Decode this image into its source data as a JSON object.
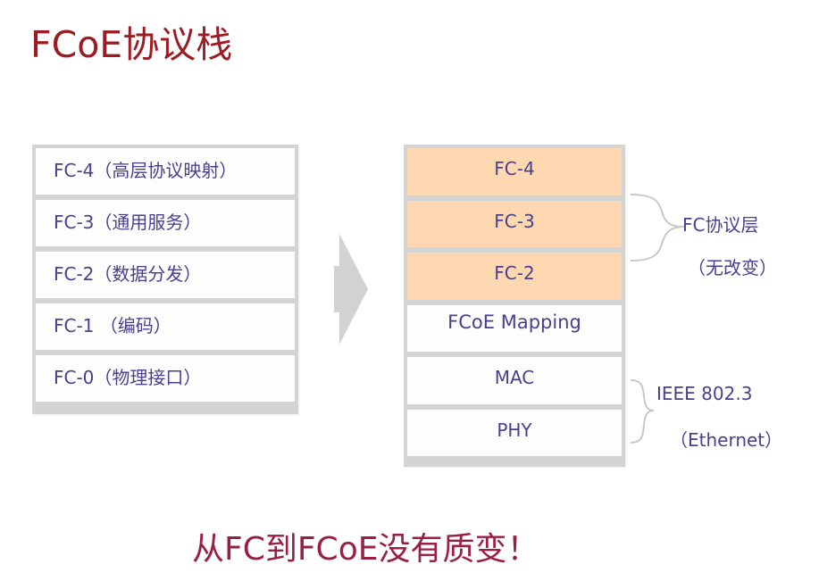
{
  "title": "FCoE协议栈",
  "left_stack": {
    "rows": [
      {
        "label": "FC-4（高层协议映射）"
      },
      {
        "label": "FC-3（通用服务）"
      },
      {
        "label": "FC-2（数据分发）"
      },
      {
        "label": "FC-1 （编码）"
      },
      {
        "label": "FC-0（物理接口）"
      }
    ]
  },
  "arrow": {
    "icon": "right-arrow-icon",
    "color": "#d2d2d2"
  },
  "right_stack": {
    "rows": [
      {
        "label": "FC-4",
        "highlight": true
      },
      {
        "label": "FC-3",
        "highlight": true
      },
      {
        "label": "FC-2",
        "highlight": true
      },
      {
        "label": "FCoE Mapping",
        "highlight": false
      },
      {
        "label": "MAC",
        "highlight": false
      },
      {
        "label": "PHY",
        "highlight": false
      }
    ],
    "highlight_color": "#fdd8b0"
  },
  "annotations": {
    "fc_layers": {
      "line1": "FC协议层",
      "line2": "（无改变）"
    },
    "ethernet": {
      "line1": "IEEE 802.3",
      "line2": "（Ethernet）"
    }
  },
  "conclusion": "从FC到FCoE没有质变！",
  "colors": {
    "title": "#9b1c22",
    "conclusion": "#9a1f45",
    "text": "#4a3f8f",
    "border": "#d4d4d4"
  }
}
